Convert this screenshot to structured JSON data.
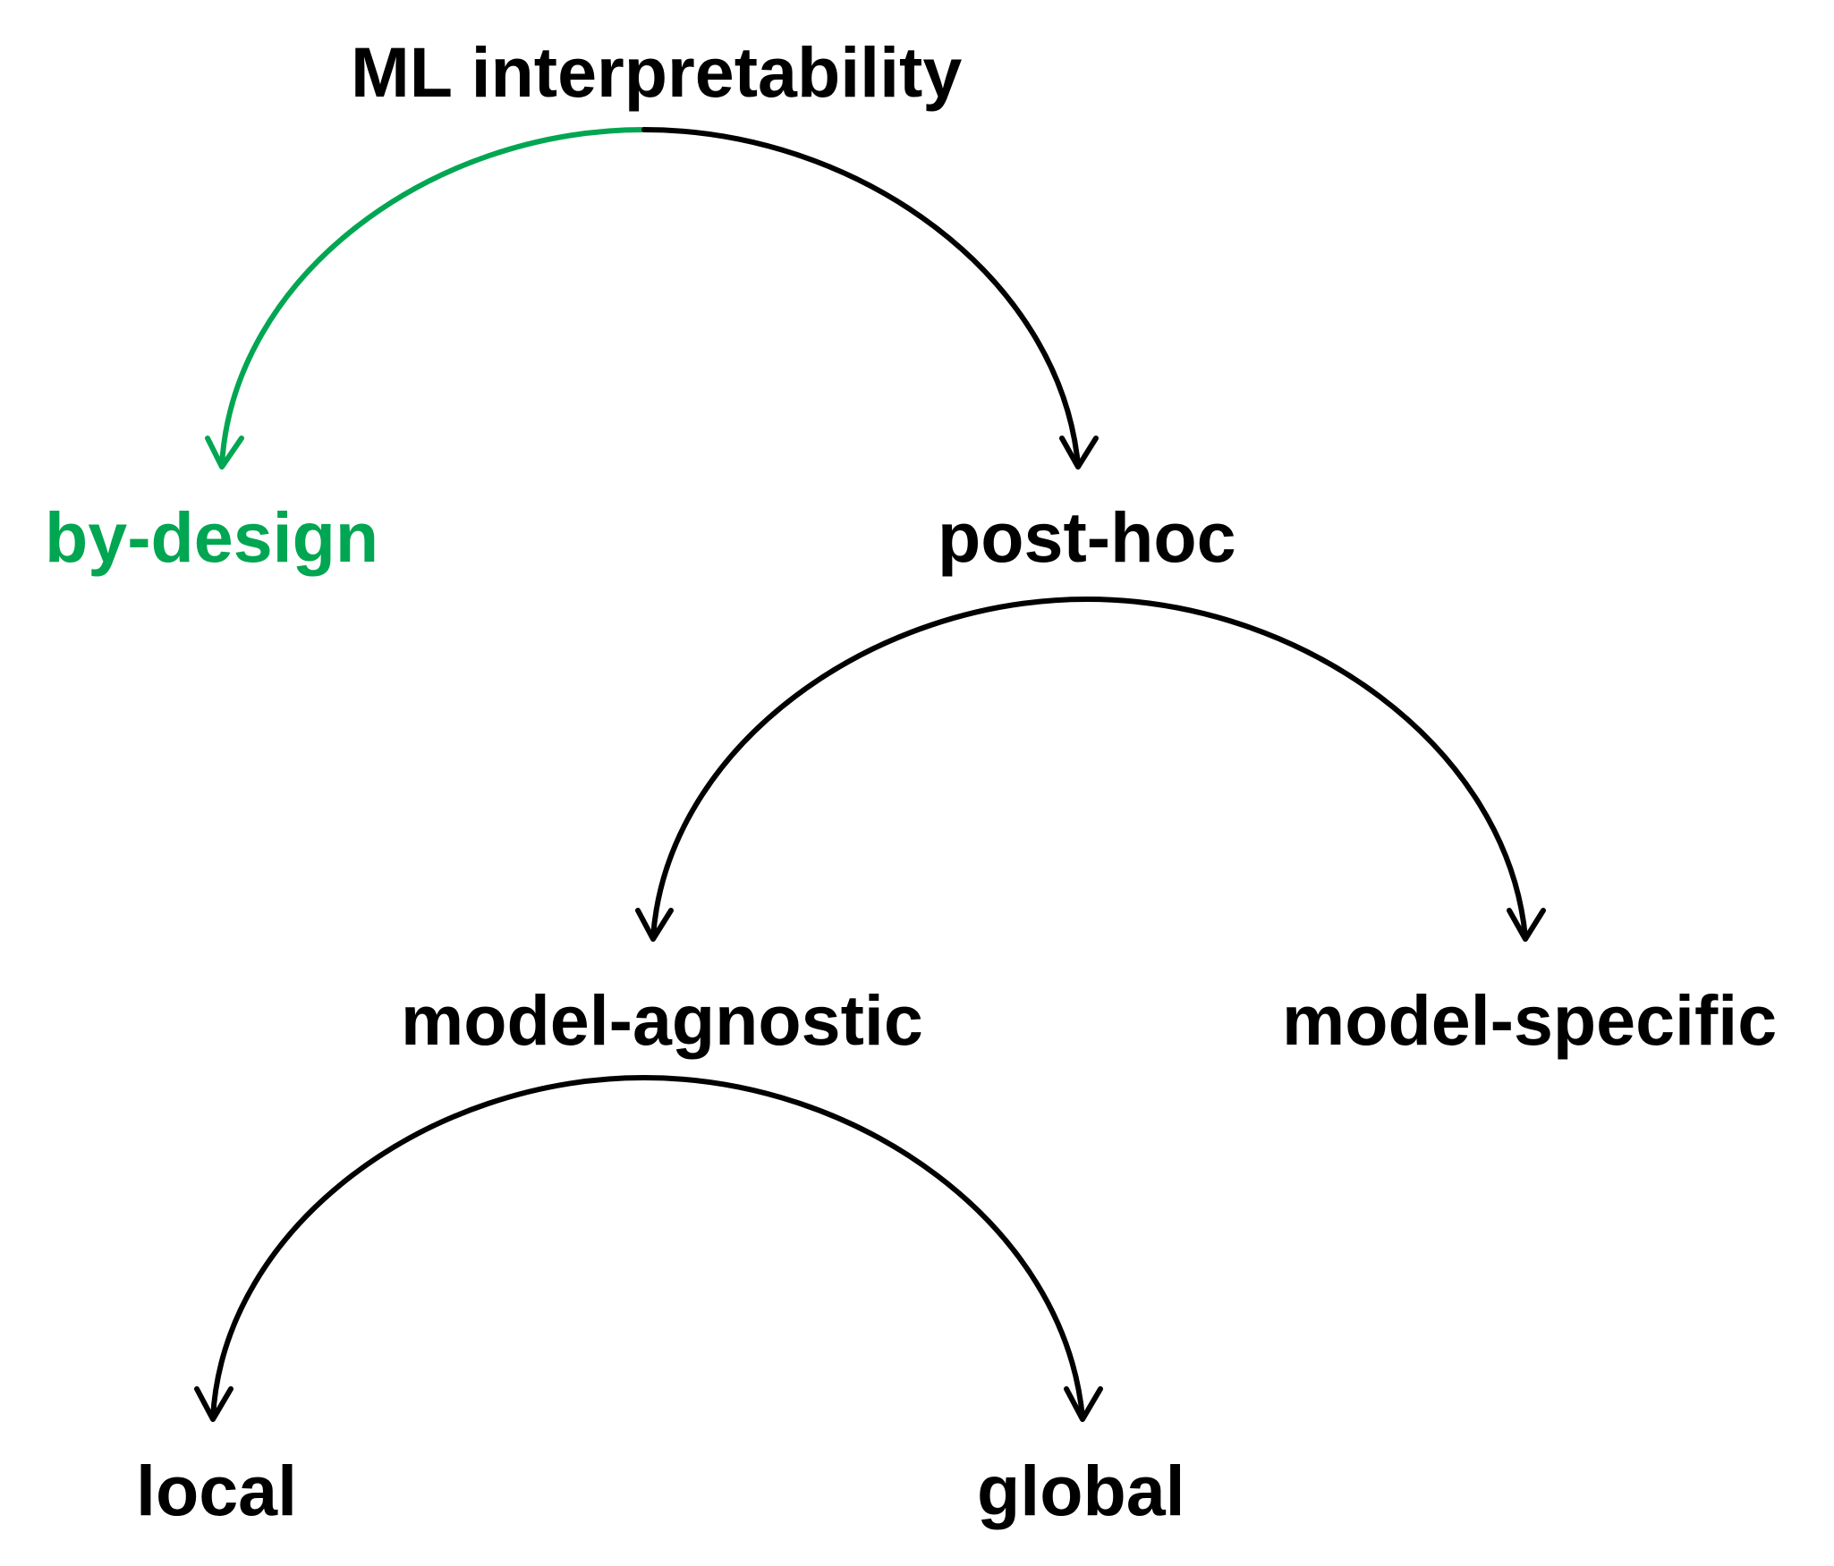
{
  "nodes": {
    "root": {
      "label": "ML interpretability",
      "color": "#000000"
    },
    "by_design": {
      "label": "by-design",
      "color": "#00a651"
    },
    "post_hoc": {
      "label": "post-hoc",
      "color": "#000000"
    },
    "model_agnostic": {
      "label": "model-agnostic",
      "color": "#000000"
    },
    "model_specific": {
      "label": "model-specific",
      "color": "#000000"
    },
    "local": {
      "label": "local",
      "color": "#000000"
    },
    "global": {
      "label": "global",
      "color": "#000000"
    }
  },
  "edges": [
    {
      "from": "root",
      "to": "by_design",
      "color": "#00a651"
    },
    {
      "from": "root",
      "to": "post_hoc",
      "color": "#000000"
    },
    {
      "from": "post_hoc",
      "to": "model_agnostic",
      "color": "#000000"
    },
    {
      "from": "post_hoc",
      "to": "model_specific",
      "color": "#000000"
    },
    {
      "from": "model_agnostic",
      "to": "local",
      "color": "#000000"
    },
    {
      "from": "model_agnostic",
      "to": "global",
      "color": "#000000"
    }
  ]
}
